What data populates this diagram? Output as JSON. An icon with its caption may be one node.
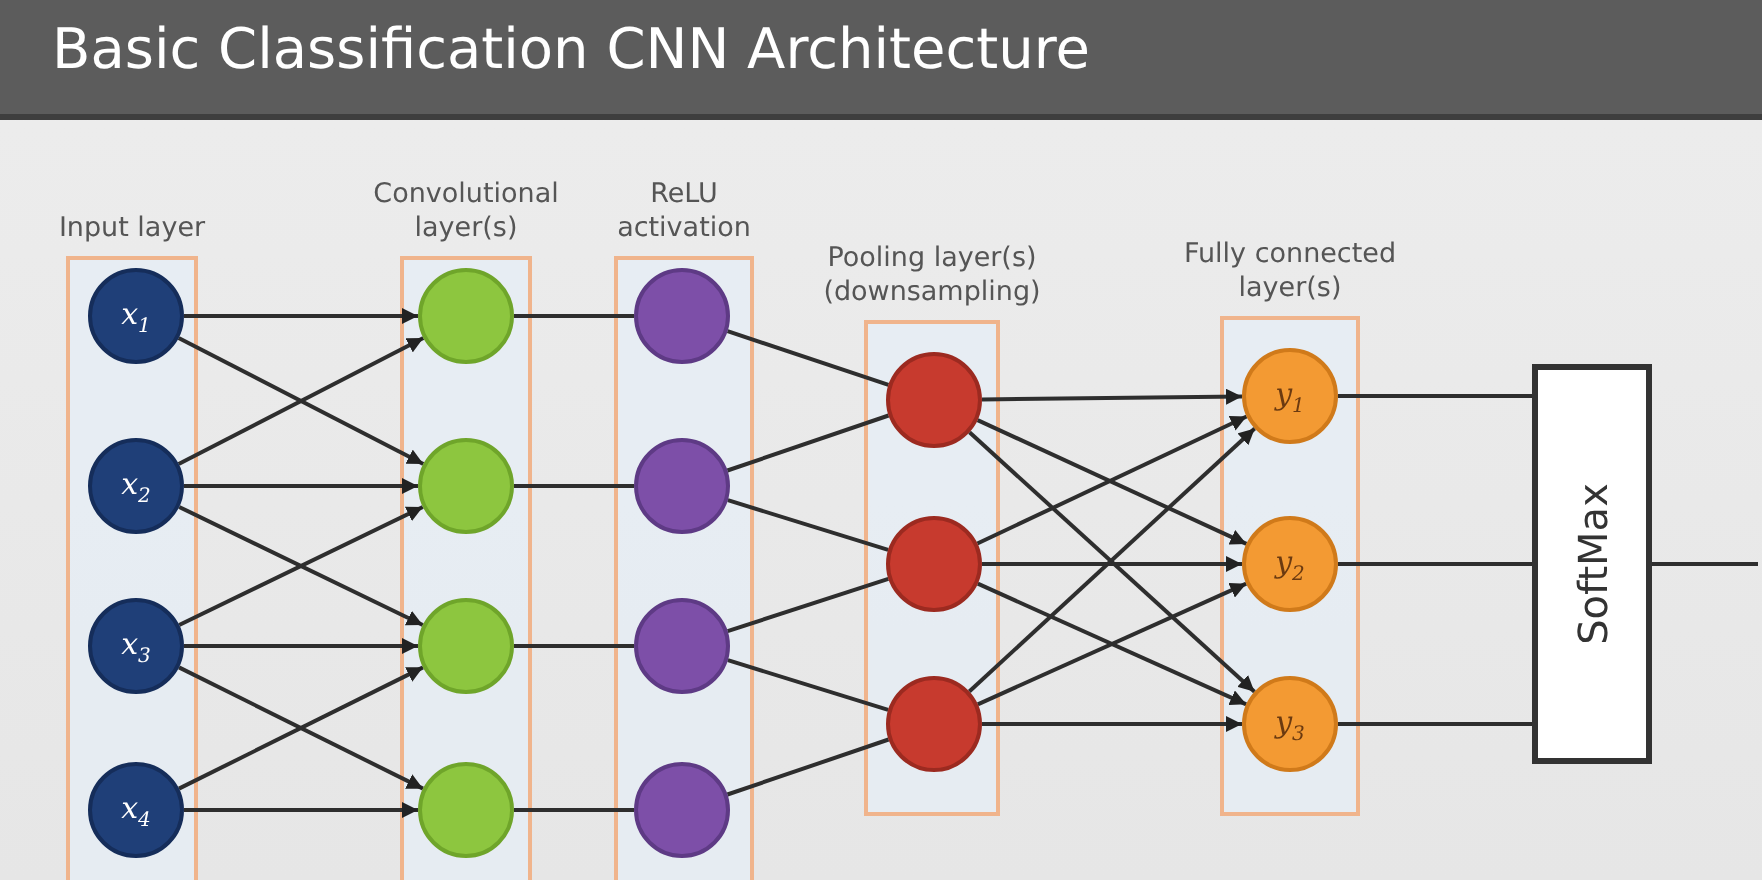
{
  "diagram": {
    "title": "Basic Classification CNN Architecture",
    "nodes": [
      {
        "text": [
          "Input layer"
        ]
      },
      {
        "text": [
          "x$_{1}$"
        ],
        "in": 0
      },
      {
        "text": [
          "x$_{2}$"
        ],
        "in": 0
      },
      {
        "text": [
          "x$_{3}$"
        ],
        "in": 0
      },
      {
        "text": [
          "x$_{4}$"
        ],
        "in": 0
      },
      {
        "text": [
          "Convolutional layer(s)"
        ]
      },
      {
        "text": [],
        "shape": "circle",
        "in": 5
      },
      {
        "text": [],
        "shape": "circle",
        "in": 5
      },
      {
        "text": [],
        "shape": "circle",
        "in": 5
      },
      {
        "text": [],
        "shape": "circle",
        "in": 5
      },
      {
        "text": [
          "ReLU activation"
        ]
      },
      {
        "text": [],
        "shape": "circle",
        "in": 10
      },
      {
        "text": [],
        "shape": "circle",
        "in": 10
      },
      {
        "text": [],
        "shape": "circle",
        "in": 10
      },
      {
        "text": [],
        "shape": "circle",
        "in": 10
      },
      {
        "text": [
          "Pooling layer(s) (downsampling)"
        ]
      },
      {
        "text": [],
        "shape": "circle",
        "in": 15
      },
      {
        "text": [],
        "shape": "circle",
        "in": 15
      },
      {
        "text": [],
        "shape": "circle",
        "in": 15
      },
      {
        "text": [
          "Fully connected layer(s)"
        ]
      },
      {
        "text": [
          "y$_{1}$"
        ],
        "in": 19
      },
      {
        "text": [
          "y$_{2}$"
        ],
        "in": 19
      },
      {
        "text": [
          "y$_{3}$"
        ],
        "in": 19
      },
      {
        "text": [
          "SoftMax"
        ]
      }
    ],
    "edges": [
      {
        "from": 1,
        "to": 6,
        "arrow": "to"
      },
      {
        "from": 1,
        "to": 7,
        "arrow": "to"
      },
      {
        "from": 2,
        "to": 6,
        "arrow": "to"
      },
      {
        "from": 2,
        "to": 7,
        "arrow": "to"
      },
      {
        "from": 2,
        "to": 8,
        "arrow": "to"
      },
      {
        "from": 3,
        "to": 7,
        "arrow": "to"
      },
      {
        "from": 3,
        "to": 8,
        "arrow": "to"
      },
      {
        "from": 3,
        "to": 9,
        "arrow": "to"
      },
      {
        "from": 4,
        "to": 8,
        "arrow": "to"
      },
      {
        "from": 4,
        "to": 9,
        "arrow": "to"
      },
      {
        "from": 6,
        "to": 11,
        "arrow": "none"
      },
      {
        "from": 7,
        "to": 12,
        "arrow": "none"
      },
      {
        "from": 8,
        "to": 13,
        "arrow": "none"
      },
      {
        "from": 9,
        "to": 14,
        "arrow": "none"
      },
      {
        "from": 11,
        "to": 16,
        "arrow": "none"
      },
      {
        "from": 12,
        "to": 16,
        "arrow": "none"
      },
      {
        "from": 12,
        "to": 17,
        "arrow": "none"
      },
      {
        "from": 13,
        "to": 17,
        "arrow": "none"
      },
      {
        "from": 13,
        "to": 18,
        "arrow": "none"
      },
      {
        "from": 14,
        "to": 18,
        "arrow": "none"
      },
      {
        "from": 16,
        "to": 20,
        "arrow": "to"
      },
      {
        "from": 16,
        "to": 21,
        "arrow": "to"
      },
      {
        "from": 16,
        "to": 22,
        "arrow": "to"
      },
      {
        "from": 17,
        "to": 20,
        "arrow": "to"
      },
      {
        "from": 17,
        "to": 21,
        "arrow": "to"
      },
      {
        "from": 17,
        "to": 22,
        "arrow": "to"
      },
      {
        "from": 18,
        "to": 20,
        "arrow": "to"
      },
      {
        "from": 18,
        "to": 21,
        "arrow": "to"
      },
      {
        "from": 18,
        "to": 22,
        "arrow": "to"
      },
      {
        "from": 20,
        "to": 23,
        "arrow": "none"
      },
      {
        "from": 21,
        "to": 23,
        "arrow": "none"
      },
      {
        "from": 22,
        "to": 23,
        "arrow": "none"
      },
      {
        "from": 23,
        "to": null,
        "arrow": "none"
      }
    ]
  }
}
